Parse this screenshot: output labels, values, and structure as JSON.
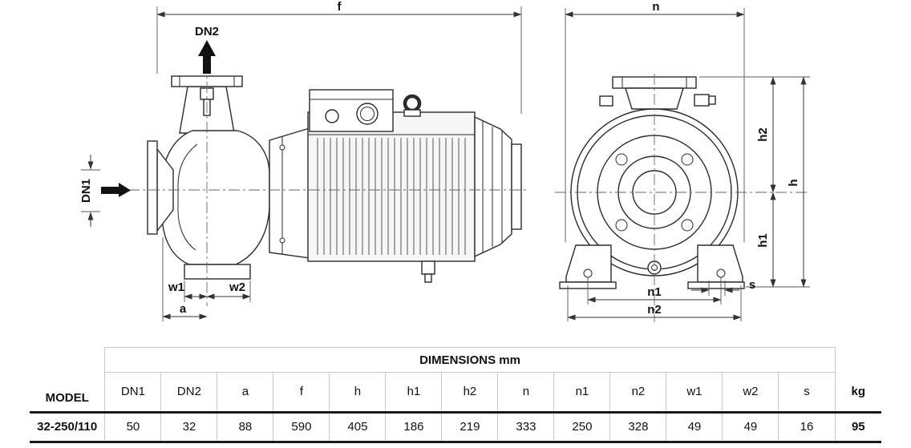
{
  "diagram": {
    "side_view": {
      "dim_f": "f",
      "dim_dn2": "DN2",
      "dim_dn1": "DN1",
      "dim_w1": "w1",
      "dim_w2": "w2",
      "dim_a": "a"
    },
    "end_view": {
      "dim_n": "n",
      "dim_h": "h",
      "dim_h1": "h1",
      "dim_h2": "h2",
      "dim_s": "s",
      "dim_n1": "n1",
      "dim_n2": "n2"
    }
  },
  "table": {
    "title": "DIMENSIONS mm",
    "model_header": "MODEL",
    "kg_header": "kg",
    "columns": [
      "DN1",
      "DN2",
      "a",
      "f",
      "h",
      "h1",
      "h2",
      "n",
      "n1",
      "n2",
      "w1",
      "w2",
      "s"
    ],
    "row": {
      "model": "32-250/110",
      "values": [
        "50",
        "32",
        "88",
        "590",
        "405",
        "186",
        "219",
        "333",
        "250",
        "328",
        "49",
        "49",
        "16"
      ],
      "kg": "95"
    }
  }
}
